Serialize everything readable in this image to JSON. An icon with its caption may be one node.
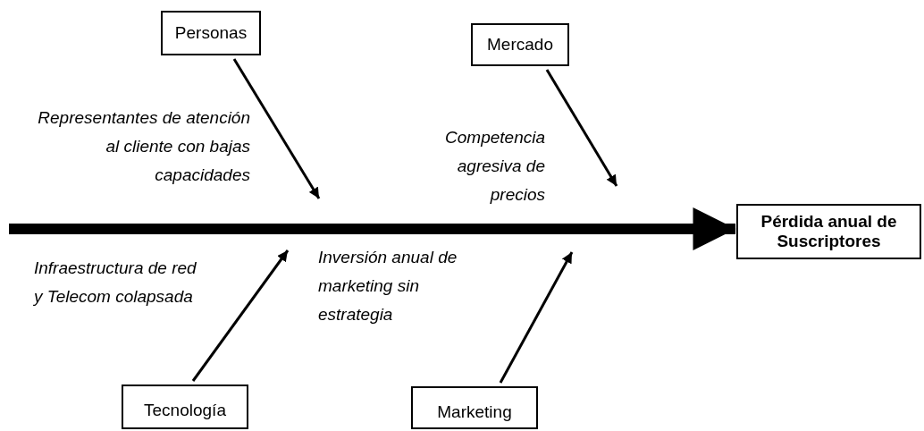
{
  "diagram": {
    "nodes": [
      {
        "text": [
          "Personas"
        ]
      },
      {
        "text": [
          "Mercado"
        ]
      },
      {
        "text": [
          "Pérdida anual de Suscriptores"
        ]
      },
      {
        "text": [
          "Tecnología"
        ]
      },
      {
        "text": [
          "Marketing"
        ]
      }
    ],
    "edges": [
      {
        "from": null,
        "to": 2,
        "arrow": "to",
        "style": "thick"
      },
      {
        "from": 0,
        "to": null,
        "arrow": "to"
      },
      {
        "from": 1,
        "to": null,
        "arrow": "to"
      },
      {
        "from": 3,
        "to": null,
        "arrow": "to"
      },
      {
        "from": 4,
        "to": null,
        "arrow": "to"
      }
    ],
    "labels": [
      "Representantes de atención al cliente con bajas capacidades",
      "Competencia agresiva de precios",
      "Infraestructura de red y Telecom colapsada",
      "Inversión anual de marketing sin estrategia"
    ]
  }
}
